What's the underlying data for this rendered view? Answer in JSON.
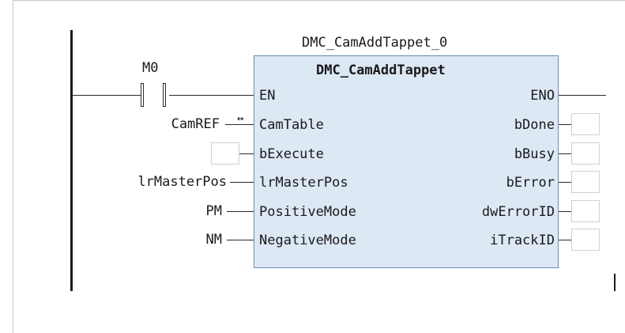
{
  "instance_name": "DMC_CamAddTappet_0",
  "block_type": "DMC_CamAddTappet",
  "contact": {
    "label": "M0"
  },
  "enable": {
    "input": "EN",
    "output": "ENO"
  },
  "inputs": [
    {
      "pin": "CamTable",
      "variable": "CamREF"
    },
    {
      "pin": "bExecute",
      "variable": ""
    },
    {
      "pin": "lrMasterPos",
      "variable": "lrMasterPos"
    },
    {
      "pin": "PositiveMode",
      "variable": "PM"
    },
    {
      "pin": "NegativeMode",
      "variable": "NM"
    }
  ],
  "outputs": [
    {
      "pin": "bDone"
    },
    {
      "pin": "bBusy"
    },
    {
      "pin": "bError"
    },
    {
      "pin": "dwErrorID"
    },
    {
      "pin": "iTrackID"
    }
  ],
  "icons": {
    "ref_arrow": "bidirectional-arrow-icon"
  },
  "colors": {
    "block_fill": "#dde8f5",
    "block_border": "#6c8cb8"
  }
}
